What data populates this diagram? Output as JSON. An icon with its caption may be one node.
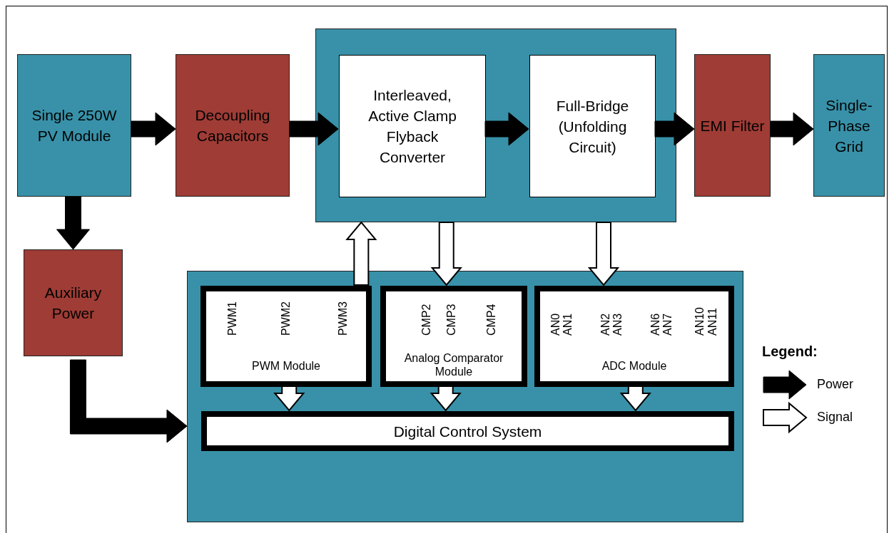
{
  "diagram": {
    "nodes": [
      {
        "text": [
          "Single 250W PV Module"
        ]
      },
      {
        "text": [
          "Decoupling Capacitors"
        ]
      },
      {
        "text": [],
        "shape": "box"
      },
      {
        "text": [
          "Interleaved, Active Clamp Flyback Converter"
        ],
        "in": 2
      },
      {
        "text": [
          "Full-Bridge (Unfolding Circuit)"
        ],
        "in": 2
      },
      {
        "text": [
          "EMI Filter"
        ]
      },
      {
        "text": [
          "Single-Phase Grid"
        ]
      },
      {
        "text": [
          "Auxiliary Power"
        ]
      },
      {
        "text": [],
        "shape": "box"
      },
      {
        "text": [
          "PWM1",
          "PWM2",
          "PWM3",
          "PWM Module"
        ],
        "in": 8
      },
      {
        "text": [
          "CMP2",
          "CMP3",
          "CMP4",
          "Analog Comparator Module"
        ],
        "in": 8
      },
      {
        "text": [
          "AN0",
          "AN1",
          "AN2",
          "AN3",
          "AN6",
          "AN7",
          "AN10",
          "AN11",
          "ADC Module"
        ],
        "in": 8
      },
      {
        "text": [
          "Digital Control System"
        ],
        "in": 8
      }
    ],
    "edges": [
      {
        "from": 0,
        "to": 1,
        "arrow": "to"
      },
      {
        "from": 1,
        "to": 3,
        "arrow": "to"
      },
      {
        "from": 3,
        "to": 4,
        "arrow": "to"
      },
      {
        "from": 4,
        "to": 5,
        "arrow": "to"
      },
      {
        "from": 5,
        "to": 6,
        "arrow": "to"
      },
      {
        "from": 0,
        "to": 7,
        "arrow": "to"
      },
      {
        "from": 7,
        "to": 8,
        "arrow": "to"
      },
      {
        "from": 9,
        "to": 2,
        "arrow": "to",
        "color": "#ffffff"
      },
      {
        "from": 2,
        "to": 10,
        "arrow": "to",
        "color": "#ffffff"
      },
      {
        "from": 2,
        "to": 11,
        "arrow": "to",
        "color": "#ffffff"
      },
      {
        "from": 9,
        "to": 12,
        "arrow": "to",
        "color": "#ffffff"
      },
      {
        "from": 10,
        "to": 12,
        "arrow": "to",
        "color": "#ffffff"
      },
      {
        "from": 11,
        "to": 12,
        "arrow": "to",
        "color": "#ffffff"
      }
    ],
    "labels": [
      "Legend:"
    ],
    "legend": [
      {
        "text": "Power"
      },
      {
        "text": "Signal"
      }
    ]
  }
}
